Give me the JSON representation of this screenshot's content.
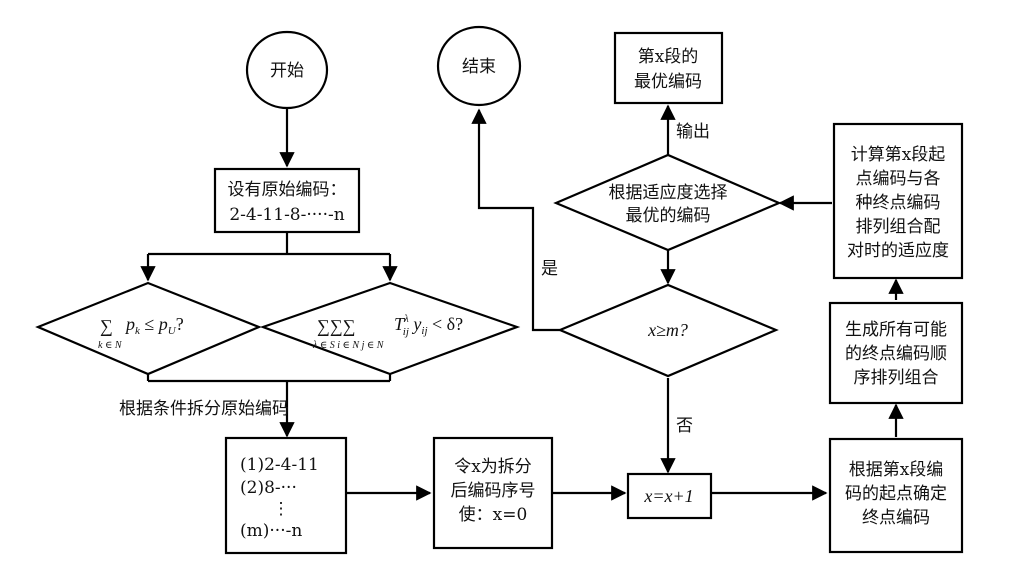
{
  "nodes": {
    "start": "开始",
    "end": "结束",
    "init": [
      "设有原始编码：",
      "2-4-11-8-····-n"
    ],
    "cond_left": "∑ p_k ≤ p_U ?  (k ∈ N)",
    "cond_right": "∑ ∑ ∑ T_ij^λ y_ij < δ ?  (λ ∈ S, i ∈ N, j ∈ N)",
    "split_label": "根据条件拆分原始编码",
    "segments": [
      "(1)2-4-11",
      "(2)8-···",
      "⋮",
      "(m)···-n"
    ],
    "order": [
      "令x为拆分",
      "后编码序号",
      "使：x=0"
    ],
    "incr": "x=x+1",
    "endpoint": [
      "根据第x段编",
      "码的起点确定",
      "终点编码"
    ],
    "generate": [
      "生成所有可能",
      "的终点编码顺",
      "序排列组合"
    ],
    "fitness": [
      "计算第x段起",
      "点编码与各",
      "种终点编码",
      "排列组合配",
      "对时的适应度"
    ],
    "select": [
      "根据适应度选择",
      "最优的编码"
    ],
    "check": "x≥m?",
    "best": [
      "第x段的",
      "最优编码"
    ]
  },
  "edge_labels": {
    "output": "输出",
    "yes": "是",
    "no": "否"
  }
}
